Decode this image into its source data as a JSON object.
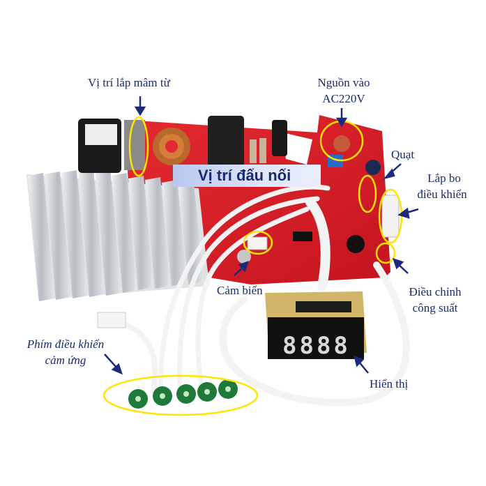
{
  "labels": {
    "coil_mount": "Vị trí lắp mâm từ",
    "power_in_line1": "Nguồn vào",
    "power_in_line2": "AC220V",
    "connector_banner": "Vị trí đấu nối",
    "fan": "Quạt",
    "control_board_line1": "Lắp bo",
    "control_board_line2": "điều khiển",
    "power_adjust_line1": "Điều chỉnh",
    "power_adjust_line2": "công suất",
    "sensor": "Cảm biến",
    "touch_keys_line1": "Phím điều khiển",
    "touch_keys_line2": "cảm ứng",
    "display": "Hiển thị"
  },
  "display_readout": "8888",
  "colors": {
    "label_text": "#1a2a6e",
    "highlight_ring": "#ffe400",
    "pcb_red": "#d81f2a",
    "heatsink": "#c9cdd2",
    "touch_pad": "#1f7a3a"
  }
}
